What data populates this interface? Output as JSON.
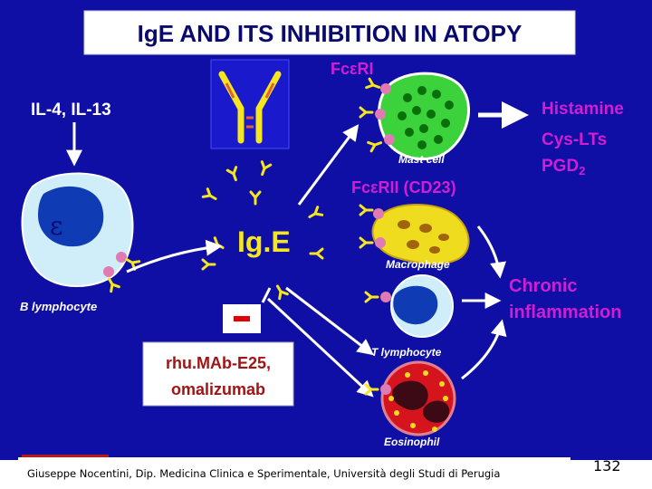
{
  "title": "IgE AND ITS INHIBITION IN ATOPY",
  "labels": {
    "fceri": "FcεRI",
    "il": "IL-4, IL-13",
    "histamine": "Histamine",
    "cyslts": "Cys-LTs",
    "pgd": "PGD",
    "pgd_sub": "2",
    "mast_cell": "Mast cell",
    "fcerii": "FcεRII (CD23)",
    "epsilon": "ε",
    "ige": "Ig.E",
    "macrophage": "Macrophage",
    "chronic": "Chronic",
    "inflammation": "inflammation",
    "b_lymphocyte": "B lymphocyte",
    "minus": "-",
    "drug_line1": "rhu.MAb-E25,",
    "drug_line2": "omalizumab",
    "t_lymphocyte": "T lymphocyte",
    "eosinophil": "Eosinophil"
  },
  "footer": {
    "text": "Giuseppe Nocentini, Dip. Medicina Clinica e Sperimentale, Università degli Studi di Perugia",
    "page": "132"
  },
  "colors": {
    "background": "#0f0fa6",
    "mast_cell": "#3cd23c",
    "macrophage": "#f0dc1e",
    "lymphocyte": "#cfeefa",
    "eosinophil": "#d6141e",
    "magenta_text": "#d21ed2",
    "ige_text": "#f5e61e",
    "inhibit": "#e00000"
  }
}
